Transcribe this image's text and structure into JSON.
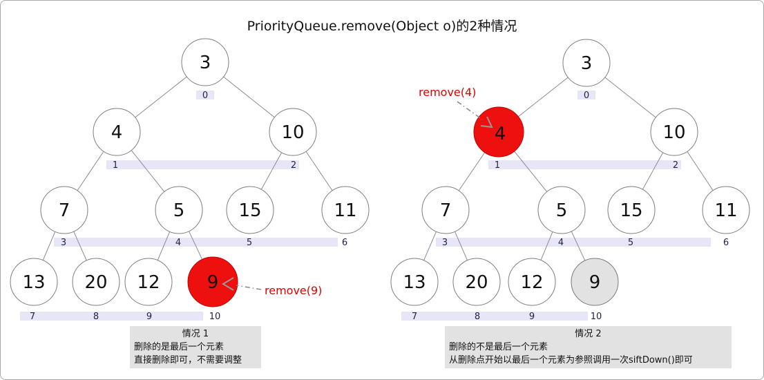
{
  "title": "PriorityQueue.remove(Object o)的2种情况",
  "colors": {
    "highlight_red": "#ee0f0f",
    "removed_gray": "#e2e2e2",
    "index_band": "#e6e6f7",
    "caption_bg": "#e2e2e2",
    "remove_text": "#e00000",
    "edge": "#8a8a99"
  },
  "left": {
    "remove_label": "remove(9)",
    "nodes": [
      {
        "value": "3",
        "index": "0"
      },
      {
        "value": "4",
        "index": "1"
      },
      {
        "value": "10",
        "index": "2"
      },
      {
        "value": "7",
        "index": "3"
      },
      {
        "value": "5",
        "index": "4"
      },
      {
        "value": "15",
        "index": "5"
      },
      {
        "value": "11",
        "index": "6"
      },
      {
        "value": "13",
        "index": "7"
      },
      {
        "value": "20",
        "index": "8"
      },
      {
        "value": "12",
        "index": "9"
      },
      {
        "value": "9",
        "index": "10",
        "state": "highlighted-red"
      }
    ],
    "caption": {
      "heading": "情况 1",
      "line1": "删除的是最后一个元素",
      "line2": "直接删除即可，不需要调整"
    }
  },
  "right": {
    "remove_label": "remove(4)",
    "nodes": [
      {
        "value": "3",
        "index": "0"
      },
      {
        "value": "4",
        "index": "1",
        "state": "highlighted-red"
      },
      {
        "value": "10",
        "index": "2"
      },
      {
        "value": "7",
        "index": "3"
      },
      {
        "value": "5",
        "index": "4"
      },
      {
        "value": "15",
        "index": "5"
      },
      {
        "value": "11",
        "index": "6"
      },
      {
        "value": "13",
        "index": "7"
      },
      {
        "value": "20",
        "index": "8"
      },
      {
        "value": "12",
        "index": "9"
      },
      {
        "value": "9",
        "index": "10",
        "state": "removed-gray"
      }
    ],
    "caption": {
      "heading": "情况 2",
      "line1": "删除的不是最后一个元素",
      "line2": "从删除点开始以最后一个元素为参照调用一次siftDown()即可"
    }
  }
}
